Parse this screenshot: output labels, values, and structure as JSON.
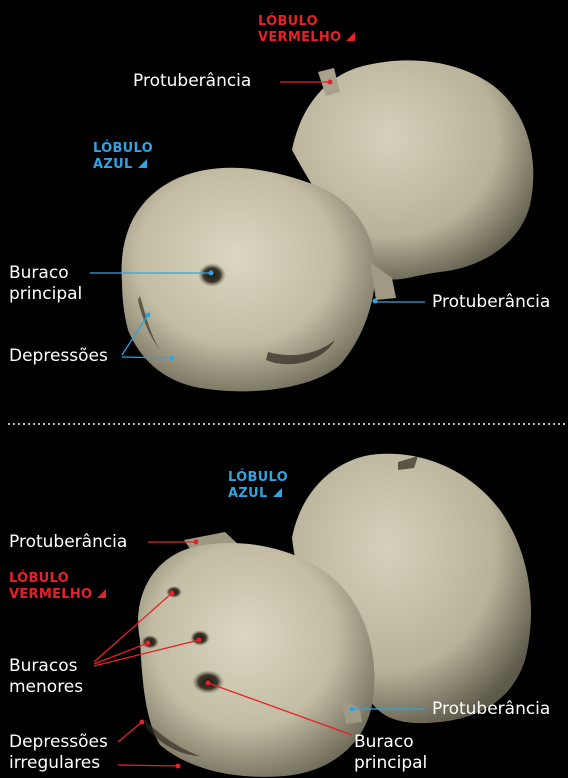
{
  "colors": {
    "background": "#000000",
    "red_lobe": "#e8202a",
    "blue_lobe": "#2fa4e0",
    "surface": "#cfc9b2",
    "text": "#ffffff"
  },
  "top_panel": {
    "red_lobe_line1": "LÓBULO",
    "red_lobe_line2": "VERMELHO",
    "blue_lobe_line1": "LÓBULO",
    "blue_lobe_line2": "AZUL",
    "protuberance_upper": "Protuberância",
    "main_hole_line1": "Buraco",
    "main_hole_line2": "principal",
    "protuberance_right": "Protuberância",
    "depressions": "Depressões"
  },
  "bottom_panel": {
    "blue_lobe_line1": "LÓBULO",
    "blue_lobe_line2": "AZUL",
    "protuberance_left": "Protuberância",
    "red_lobe_line1": "LÓBULO",
    "red_lobe_line2": "VERMELHO",
    "smaller_holes_line1": "Buracos",
    "smaller_holes_line2": "menores",
    "protuberance_right": "Protuberância",
    "irregular_depressions_line1": "Depressões",
    "irregular_depressions_line2": "irregulares",
    "main_hole_line1": "Buraco",
    "main_hole_line2": "principal"
  }
}
